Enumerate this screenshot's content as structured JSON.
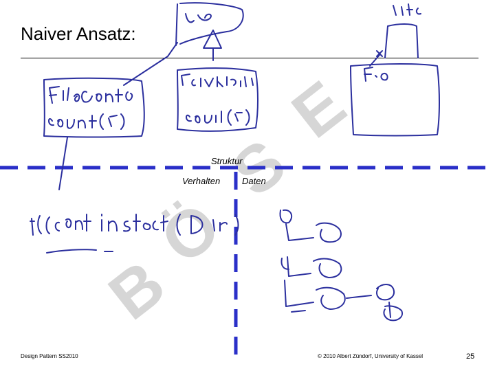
{
  "slide": {
    "title": "Naiver Ansatz:",
    "watermark": [
      "B",
      "Ö",
      "S",
      "E"
    ],
    "labels": {
      "struktur": "Struktur",
      "verhalten": "Verhalten",
      "daten": "Daten"
    },
    "footer": {
      "left": "Design Pattern SS2010",
      "center": "© 2010 Albert Zündorf, University of Kassel",
      "page": "25"
    }
  },
  "colors": {
    "ink": "#2b2f9e",
    "dash": "#2a2fc8",
    "watermark": "#d6d6d6"
  }
}
